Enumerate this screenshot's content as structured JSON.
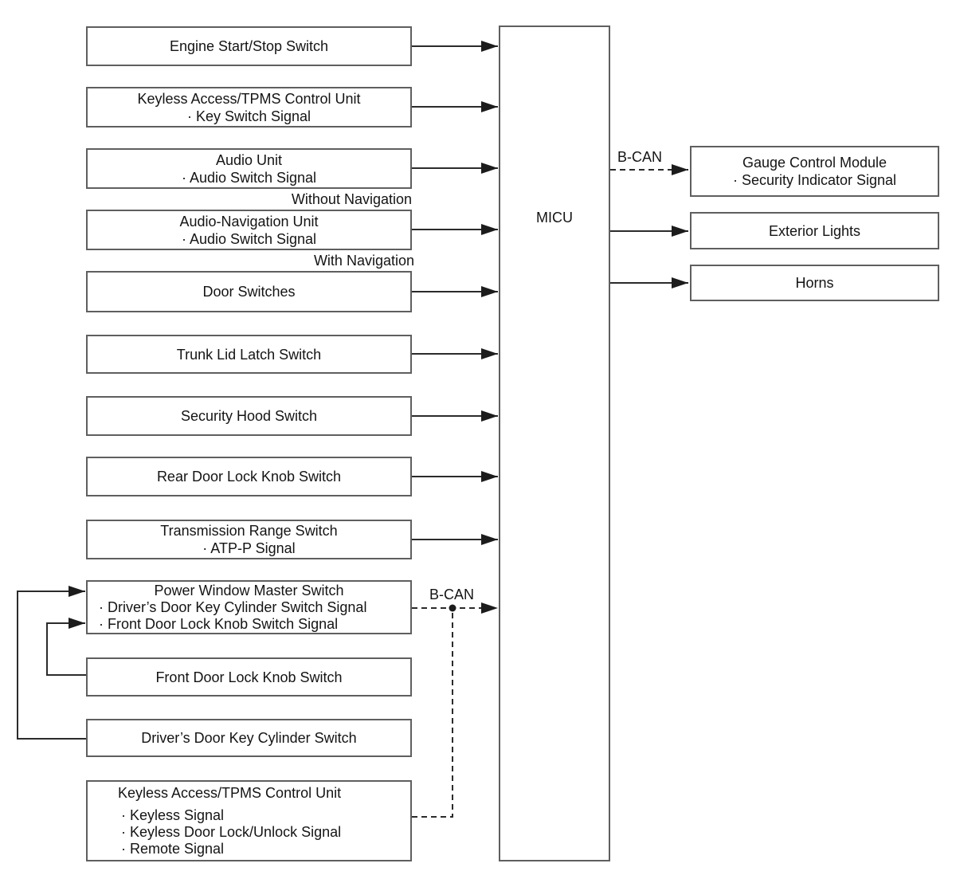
{
  "diagram": {
    "micu": {
      "label": "MICU"
    },
    "bus_labels": {
      "left_bcan": "B-CAN",
      "right_bcan": "B-CAN"
    },
    "annotations": {
      "without_nav": "Without Navigation",
      "with_nav": "With Navigation"
    },
    "inputs": [
      {
        "title": "Engine Start/Stop Switch",
        "bullets": []
      },
      {
        "title": "Keyless Access/TPMS Control Unit",
        "bullets": [
          "· Key Switch Signal"
        ]
      },
      {
        "title": "Audio Unit",
        "bullets": [
          "· Audio Switch Signal"
        ]
      },
      {
        "title": "Audio-Navigation Unit",
        "bullets": [
          "· Audio Switch Signal"
        ]
      },
      {
        "title": "Door Switches",
        "bullets": []
      },
      {
        "title": "Trunk Lid Latch Switch",
        "bullets": []
      },
      {
        "title": "Security Hood Switch",
        "bullets": []
      },
      {
        "title": "Rear Door Lock Knob Switch",
        "bullets": []
      },
      {
        "title": "Transmission Range Switch",
        "bullets": [
          "· ATP-P Signal"
        ]
      },
      {
        "title": "Power Window Master Switch",
        "bullets": [
          "· Driver’s Door Key Cylinder Switch Signal",
          "· Front Door Lock Knob Switch Signal"
        ]
      },
      {
        "title": "Front Door Lock Knob Switch",
        "bullets": []
      },
      {
        "title": "Driver’s Door Key Cylinder Switch",
        "bullets": []
      },
      {
        "title": "Keyless Access/TPMS Control Unit",
        "bullets": [
          "· Keyless Signal",
          "· Keyless Door Lock/Unlock Signal",
          "· Remote Signal"
        ]
      }
    ],
    "outputs": [
      {
        "title": "Gauge Control Module",
        "bullets": [
          "· Security Indicator Signal"
        ]
      },
      {
        "title": "Exterior Lights",
        "bullets": []
      },
      {
        "title": "Horns",
        "bullets": []
      }
    ]
  }
}
